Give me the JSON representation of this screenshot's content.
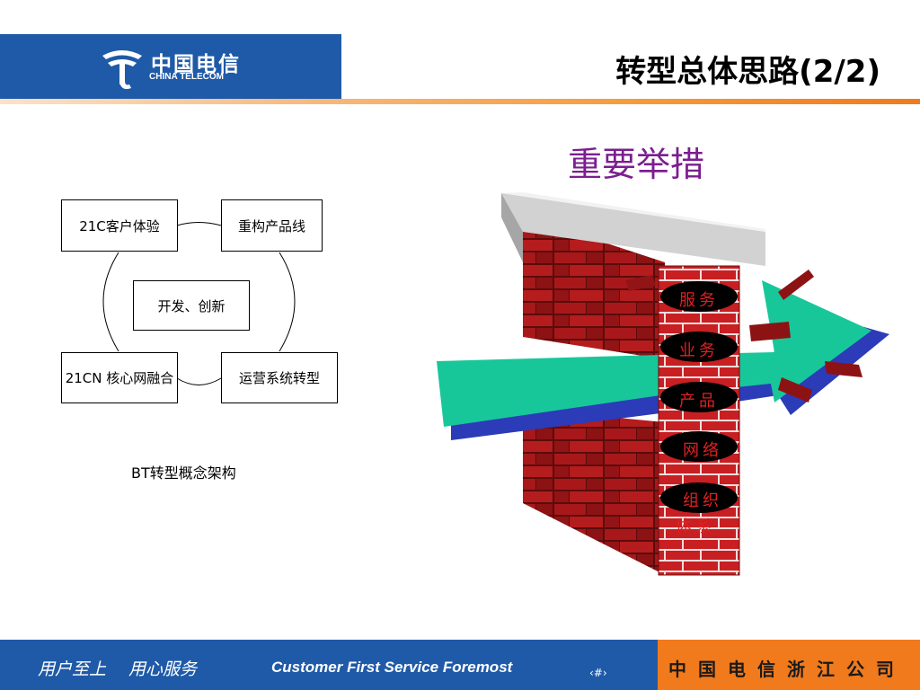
{
  "logo": {
    "name": "中国电信",
    "sub": "CHINA TELECOM"
  },
  "title": "转型总体思路(2/2)",
  "subtitle": "重要举措",
  "diagram": {
    "boxes": [
      "21C客户体验",
      "重构产品线",
      "开发、创新",
      "21CN 核心网融合",
      "运营系统转型"
    ],
    "caption": "BT转型概念架构"
  },
  "wall_labels": [
    "服务",
    "业务",
    "产品",
    "网络",
    "组织",
    "体系"
  ],
  "colors": {
    "header_blue": "#1f5aa8",
    "footer_orange": "#f07a1c",
    "brick": "#b3191b",
    "arrow_green": "#17c79a",
    "arrow_shadow": "#2c3bb8",
    "subtitle_purple": "#7b1e8f"
  },
  "footer": {
    "slogan": "用户至上　 用心服务",
    "english": "Customer First Service Foremost",
    "page": "‹#›",
    "company": "中国电信浙江公司"
  }
}
